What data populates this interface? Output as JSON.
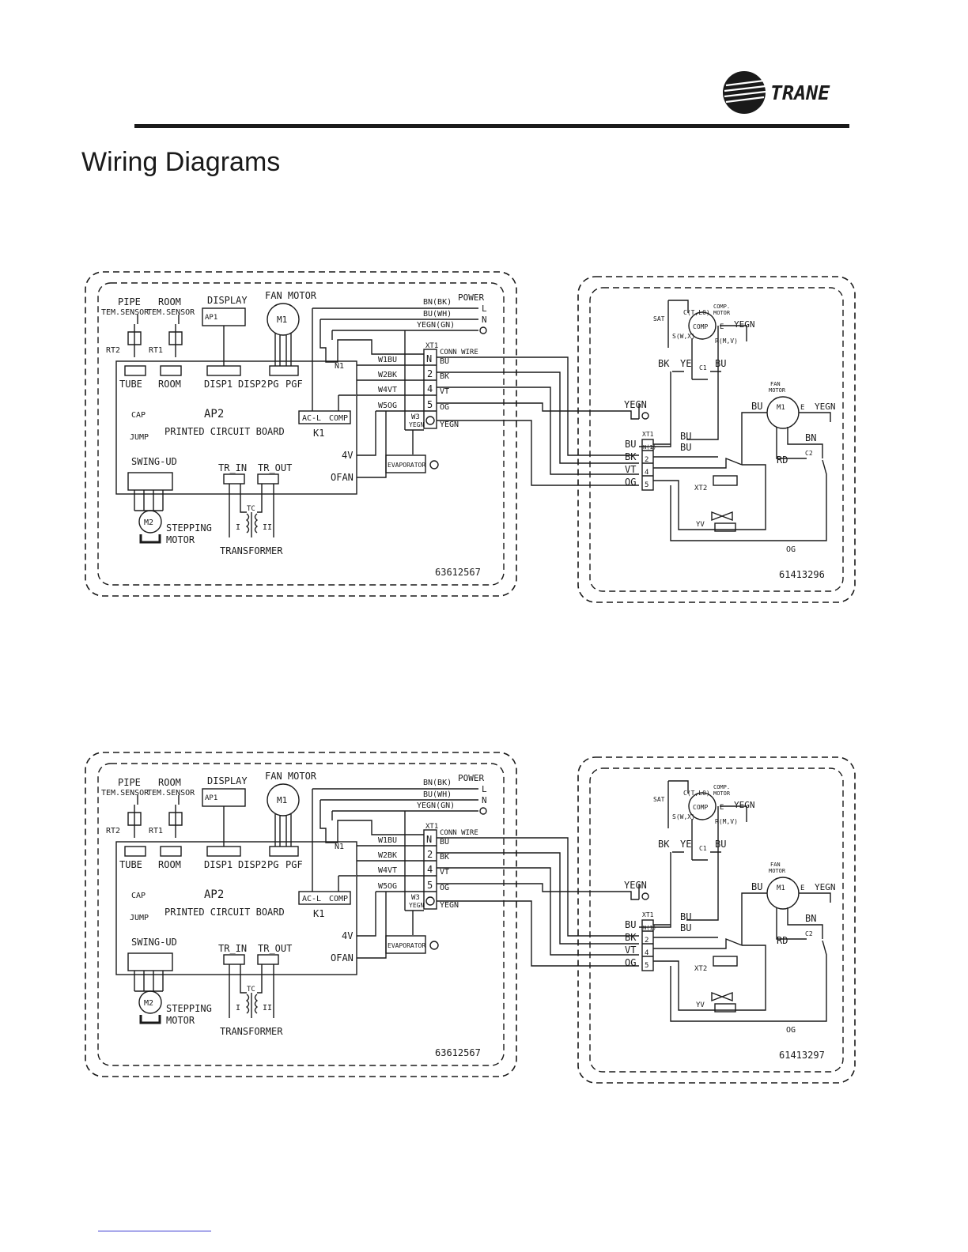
{
  "header": {
    "brand": "TRANE",
    "page_title": "Wiring Diagrams"
  },
  "diagrams": [
    {
      "indoor": {
        "pipe_sensor": [
          "PIPE",
          "TEM.SENSOR"
        ],
        "room_sensor": [
          "ROOM",
          "TEM.SENSOR"
        ],
        "rt2": "RT2",
        "rt1": "RT1",
        "display": "DISPLAY",
        "ap1": "AP1",
        "fan_motor": "FAN MOTOR",
        "m1": "M1",
        "power": "POWER",
        "power_lines": [
          "BN(BK)",
          "BU(WH)",
          "YEGN(GN)"
        ],
        "terminals": [
          "L",
          "N"
        ],
        "n1": "N1",
        "wires_left": [
          "W1BU",
          "W2BK",
          "W4VT",
          "W5OG"
        ],
        "xt1": "XT1",
        "conn_wire": "CONN WIRE",
        "terminal_numbers": [
          "N",
          "2",
          "4",
          "5"
        ],
        "wires_right": [
          "BU",
          "BK",
          "VT",
          "OG",
          "YEGN"
        ],
        "w3": "W3",
        "w3_color": "YEGN",
        "connectors": [
          "TUBE",
          "ROOM",
          "DISP1",
          "DISP2",
          "PG",
          "PGF"
        ],
        "cap": "CAP",
        "jump": "JUMP",
        "ap2": "AP2",
        "pcb": "PRINTED CIRCUIT BOARD",
        "ac_l": "AC-L",
        "comp": "COMP",
        "k1": "K1",
        "v4": "4V",
        "ofan": "OFAN",
        "swing": "SWING-UD",
        "tr_in": "TR_IN",
        "tr_out": "TR_OUT",
        "tc": "TC",
        "tc_i": "I",
        "tc_ii": "II",
        "m2": "M2",
        "stepping": [
          "STEPPING",
          "MOTOR"
        ],
        "transformer": "TRANSFORMER",
        "evaporator": "EVAPORATOR",
        "code": "63612567"
      },
      "outdoor": {
        "sat": "SAT",
        "ctld": "C(T,L0)",
        "comp_motor": [
          "COMP.",
          "MOTOR"
        ],
        "comp": "COMP",
        "e": "E",
        "yegn": "YEGN",
        "swx": "S(W,X)",
        "rmlv": "R(M,V)",
        "bk": "BK",
        "ye": "YE",
        "bu": "BU",
        "c1": "C1",
        "fan_motor": [
          "FAN",
          "MOTOR"
        ],
        "m1": "M1",
        "bn": "BN",
        "rd": "RD",
        "c2": "C2",
        "xt1": "XT1",
        "terminal_labels": [
          "BU",
          "BK",
          "VT",
          "OG"
        ],
        "terminal_numbers": [
          "N(1)",
          "2",
          "4",
          "5"
        ],
        "xt2": "XT2",
        "yv": "YV",
        "og": "OG",
        "code": "61413296"
      }
    },
    {
      "indoor": {
        "pipe_sensor": [
          "PIPE",
          "TEM.SENSOR"
        ],
        "room_sensor": [
          "ROOM",
          "TEM.SENSOR"
        ],
        "rt2": "RT2",
        "rt1": "RT1",
        "display": "DISPLAY",
        "ap1": "AP1",
        "fan_motor": "FAN MOTOR",
        "m1": "M1",
        "power": "POWER",
        "power_lines": [
          "BN(BK)",
          "BU(WH)",
          "YEGN(GN)"
        ],
        "terminals": [
          "L",
          "N"
        ],
        "n1": "N1",
        "wires_left": [
          "W1BU",
          "W2BK",
          "W4VT",
          "W5OG"
        ],
        "xt1": "XT1",
        "conn_wire": "CONN WIRE",
        "terminal_numbers": [
          "N",
          "2",
          "4",
          "5"
        ],
        "wires_right": [
          "BU",
          "BK",
          "VT",
          "OG",
          "YEGN"
        ],
        "w3": "W3",
        "w3_color": "YEGN",
        "connectors": [
          "TUBE",
          "ROOM",
          "DISP1",
          "DISP2",
          "PG",
          "PGF"
        ],
        "cap": "CAP",
        "jump": "JUMP",
        "ap2": "AP2",
        "pcb": "PRINTED CIRCUIT BOARD",
        "ac_l": "AC-L",
        "comp": "COMP",
        "k1": "K1",
        "v4": "4V",
        "ofan": "OFAN",
        "swing": "SWING-UD",
        "tr_in": "TR_IN",
        "tr_out": "TR_OUT",
        "tc": "TC",
        "tc_i": "I",
        "tc_ii": "II",
        "m2": "M2",
        "stepping": [
          "STEPPING",
          "MOTOR"
        ],
        "transformer": "TRANSFORMER",
        "evaporator": "EVAPORATOR",
        "code": "63612567"
      },
      "outdoor": {
        "sat": "SAT",
        "ctld": "C(T,L0)",
        "comp_motor": [
          "COMP.",
          "MOTOR"
        ],
        "comp": "COMP",
        "e": "E",
        "yegn": "YEGN",
        "swx": "S(W,X)",
        "rmlv": "R(M,V)",
        "bk": "BK",
        "ye": "YE",
        "bu": "BU",
        "c1": "C1",
        "fan_motor": [
          "FAN",
          "MOTOR"
        ],
        "m1": "M1",
        "bn": "BN",
        "rd": "RD",
        "c2": "C2",
        "xt1": "XT1",
        "terminal_labels": [
          "BU",
          "BK",
          "VT",
          "OG"
        ],
        "terminal_numbers": [
          "N(1)",
          "2",
          "4",
          "5"
        ],
        "xt2": "XT2",
        "yv": "YV",
        "og": "OG",
        "code": "61413297"
      }
    }
  ]
}
